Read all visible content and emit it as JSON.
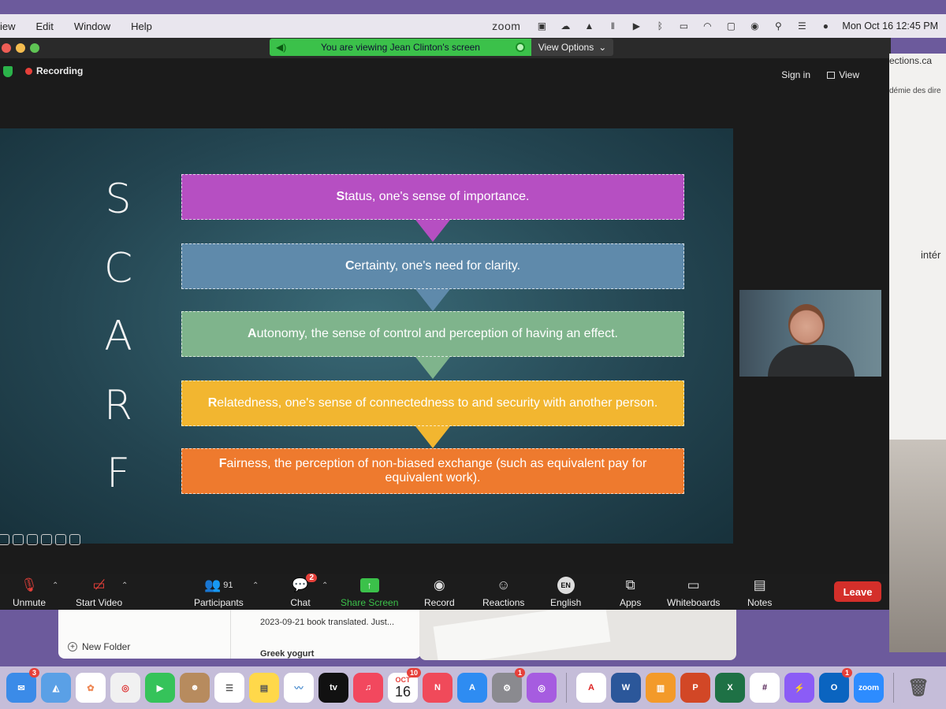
{
  "menubar": {
    "items": [
      "iew",
      "Edit",
      "Window",
      "Help"
    ],
    "app": "zoom",
    "datetime": "Mon Oct 16  12:45 PM"
  },
  "zoom": {
    "banner_text": "You are viewing Jean Clinton's screen",
    "view_options": "View Options",
    "recording": "Recording",
    "sign_in": "Sign in",
    "view": "View"
  },
  "slide": {
    "letters": [
      "S",
      "C",
      "A",
      "R",
      "F"
    ],
    "rows": [
      {
        "initial": "S",
        "text": "tatus, one's sense of importance.",
        "color": "#b64fc2"
      },
      {
        "initial": "C",
        "text": "ertainty, one's need for clarity.",
        "color": "#5f8aab"
      },
      {
        "initial": "A",
        "text": "utonomy, the sense of control and perception of having an effect.",
        "color": "#7fb48c"
      },
      {
        "initial": "R",
        "text": "elatedness, one's sense of connectedness to and security with another person.",
        "color": "#f2b630"
      },
      {
        "initial": "F",
        "text": "airness, the perception of non-biased exchange (such as equivalent pay for equivalent work).",
        "color": "#ee7a2e"
      }
    ]
  },
  "toolbar": {
    "unmute": "Unmute",
    "start_video": "Start Video",
    "participants": "Participants",
    "participants_count": "91",
    "chat": "Chat",
    "chat_badge": "2",
    "share_screen": "Share Screen",
    "record": "Record",
    "reactions": "Reactions",
    "english": "English",
    "english_code": "EN",
    "apps": "Apps",
    "whiteboards": "Whiteboards",
    "notes": "Notes",
    "leave": "Leave"
  },
  "background": {
    "tab_text": "ections.ca",
    "tab_text2": "démie des dire",
    "side_word": "intér",
    "new_folder": "New Folder",
    "note_line": "2023-09-21  book translated. Just...",
    "note_line2": "Greek yogurt"
  },
  "dock": {
    "mail_badge": "3",
    "calendar_month": "OCT",
    "calendar_day": "16",
    "calendar_badge": "10",
    "settings_badge": "1",
    "outlook_badge": "1",
    "tv_label": "tv",
    "zoom_label": "zoom"
  }
}
